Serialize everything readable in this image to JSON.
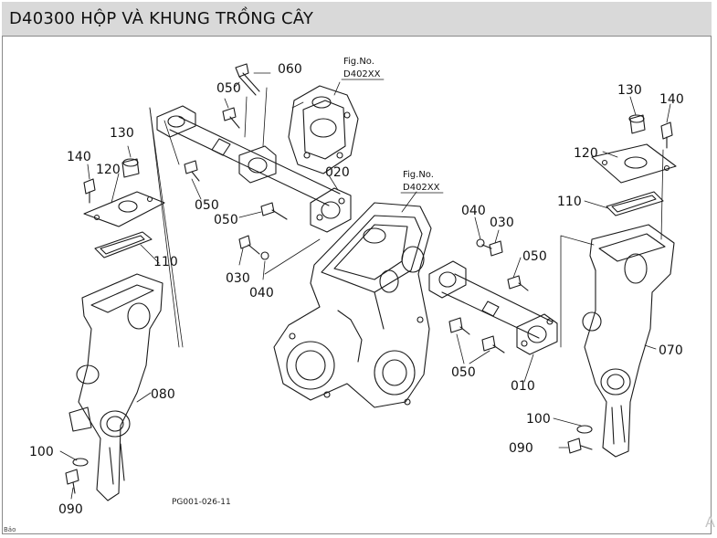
{
  "title": "D40300 HỘP VÀ KHUNG TRỒNG CÂY",
  "figure_code": "PG001-026-11",
  "footer_text": "Bảo",
  "corner_mark": "A",
  "fig_refs": [
    {
      "line1": "Fig.No.",
      "line2": "D402XX"
    },
    {
      "line1": "Fig.No.",
      "line2": "D402XX"
    }
  ],
  "callouts": {
    "c060": "060",
    "c050_top": "050",
    "c130_left": "130",
    "c140_left": "140",
    "c120_left": "120",
    "c020": "020",
    "c050_mid1": "050",
    "c050_mid2": "050",
    "c110_left": "110",
    "c030_left": "030",
    "c040_left": "040",
    "c080": "080",
    "c100_left": "100",
    "c090_left": "090",
    "c040_right": "040",
    "c030_right": "030",
    "c050_right": "050",
    "c050_bottom": "050",
    "c010": "010",
    "c130_right": "130",
    "c140_right": "140",
    "c120_right": "120",
    "c110_right": "110",
    "c070": "070",
    "c100_right": "100",
    "c090_right": "090"
  }
}
